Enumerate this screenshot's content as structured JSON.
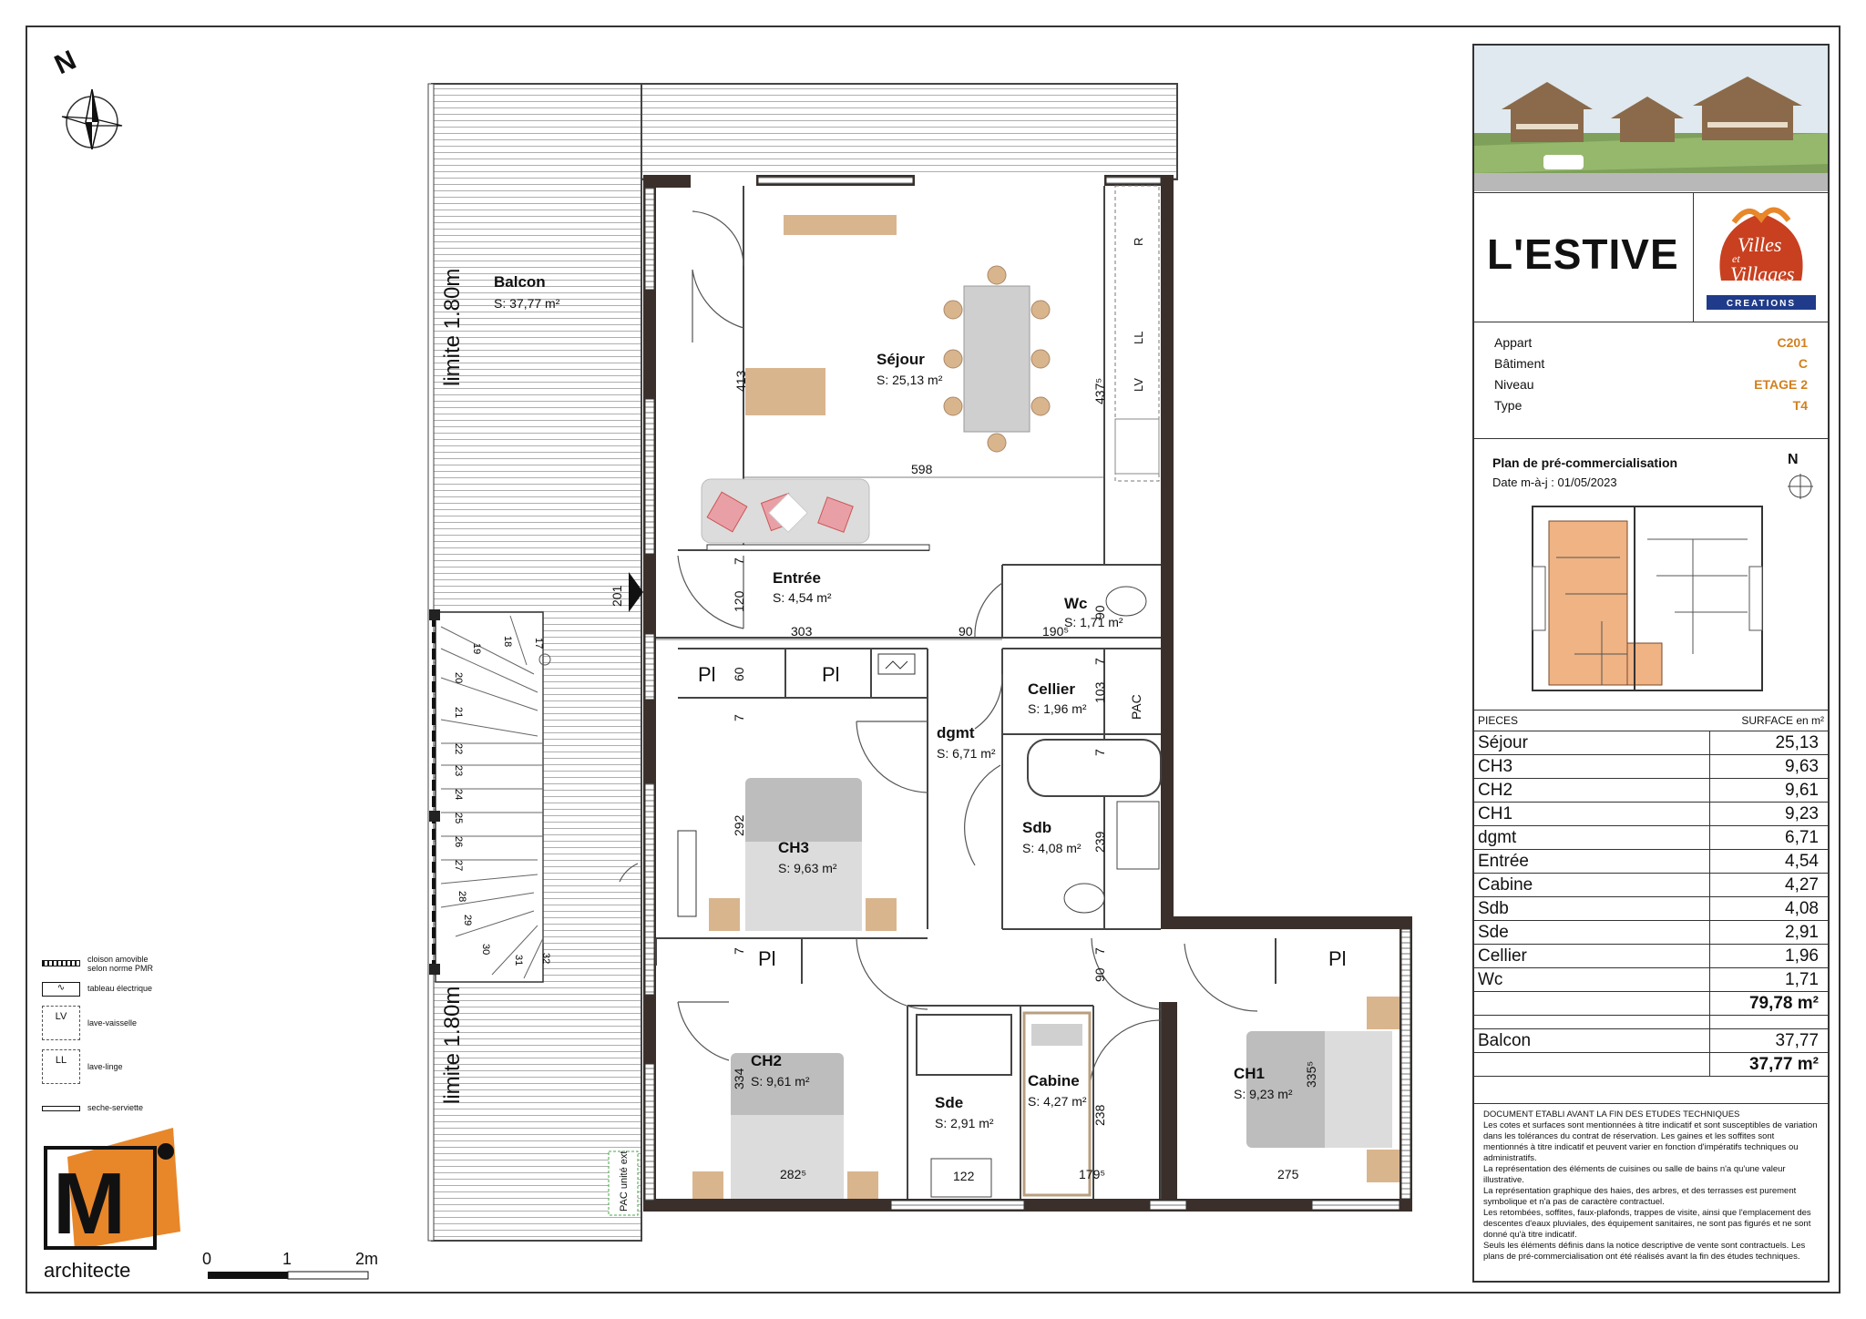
{
  "compass": {
    "north_label": "N"
  },
  "rooms": {
    "balcon": {
      "name": "Balcon",
      "area": "S: 37,77 m²"
    },
    "sejour": {
      "name": "Séjour",
      "area": "S: 25,13 m²"
    },
    "entree": {
      "name": "Entrée",
      "area": "S: 4,54 m²"
    },
    "wc": {
      "name": "Wc",
      "area": "S: 1,71 m²"
    },
    "cellier": {
      "name": "Cellier",
      "area": "S: 1,96 m²"
    },
    "dgmt": {
      "name": "dgmt",
      "area": "S: 6,71 m²"
    },
    "sdb": {
      "name": "Sdb",
      "area": "S: 4,08 m²"
    },
    "ch3": {
      "name": "CH3",
      "area": "S: 9,63 m²"
    },
    "ch2": {
      "name": "CH2",
      "area": "S: 9,61 m²"
    },
    "sde": {
      "name": "Sde",
      "area": "S: 2,91 m²"
    },
    "cabine": {
      "name": "Cabine",
      "area": "S: 4,27 m²"
    },
    "ch1": {
      "name": "CH1",
      "area": "S: 9,23 m²"
    }
  },
  "labels": {
    "limite_top": "limite 1.80m",
    "limite_bottom": "limite 1.80m",
    "pl": "Pl",
    "r": "R",
    "ll": "LL",
    "lv": "LV",
    "pac": "PAC",
    "pac_ext": "PAC unité ext"
  },
  "dims": {
    "d413": "413",
    "d437": "437⁵",
    "d598": "598",
    "d201": "201",
    "d120": "120",
    "d303": "303",
    "d90a": "90",
    "d190": "190⁵",
    "d90b": "90",
    "d7a": "7",
    "d60": "60",
    "d7b": "7",
    "d103": "103",
    "d7c": "7",
    "d7d": "7",
    "d292": "292",
    "d239": "239",
    "d7e": "7",
    "d90c": "90",
    "d7f": "7",
    "d334": "334",
    "d282": "282⁵",
    "d122": "122",
    "d238": "238",
    "d179": "179⁵",
    "d275": "275",
    "d335": "335⁵",
    "d7g": "7"
  },
  "stairs": [
    "17",
    "18",
    "19",
    "20",
    "21",
    "22",
    "23",
    "24",
    "25",
    "26",
    "27",
    "28",
    "29",
    "30",
    "31",
    "32"
  ],
  "legend": [
    {
      "icon": "cloison-icon",
      "text": "cloison amovible\nselon norme PMR"
    },
    {
      "icon": "tableau-icon",
      "text": "tableau électrique"
    },
    {
      "icon": "lv-icon",
      "code": "LV",
      "text": "lave-vaisselle"
    },
    {
      "icon": "ll-icon",
      "code": "LL",
      "text": "lave-linge"
    },
    {
      "icon": "seche-icon",
      "text": "seche-serviette"
    }
  ],
  "scale": {
    "s0": "0",
    "s1": "1",
    "s2": "2m"
  },
  "architect": {
    "letter": "M",
    "name": "architecte"
  },
  "panel": {
    "title": "L'ESTIVE",
    "logo_line1": "Villes",
    "logo_line2": "et",
    "logo_line3": "Villages",
    "logo_band": "CREATIONS",
    "info": [
      {
        "label": "Appart",
        "value": "C201"
      },
      {
        "label": "Bâtiment",
        "value": "C"
      },
      {
        "label": "Niveau",
        "value": "ETAGE 2"
      },
      {
        "label": "Type",
        "value": "T4"
      }
    ],
    "plan_title": "Plan de pré-commercialisation",
    "plan_date": "Date m-à-j : 01/05/2023",
    "north": "N",
    "table_header_left": "PIECES",
    "table_header_right": "SURFACE en m²",
    "pieces": [
      {
        "name": "Séjour",
        "value": "25,13"
      },
      {
        "name": "CH3",
        "value": "9,63"
      },
      {
        "name": "CH2",
        "value": "9,61"
      },
      {
        "name": "CH1",
        "value": "9,23"
      },
      {
        "name": "dgmt",
        "value": "6,71"
      },
      {
        "name": "Entrée",
        "value": "4,54"
      },
      {
        "name": "Cabine",
        "value": "4,27"
      },
      {
        "name": "Sdb",
        "value": "4,08"
      },
      {
        "name": "Sde",
        "value": "2,91"
      },
      {
        "name": "Cellier",
        "value": "1,96"
      },
      {
        "name": "Wc",
        "value": "1,71"
      }
    ],
    "total_interior": "79,78 m²",
    "balcon_name": "Balcon",
    "balcon_value": "37,77",
    "total_balcon": "37,77 m²",
    "notes": [
      "DOCUMENT ETABLI AVANT LA FIN DES ETUDES TECHNIQUES",
      "Les cotes et surfaces sont mentionnées à titre indicatif et sont susceptibles de variation dans les tolérances du contrat de réservation. Les gaines et les soffites sont mentionnés à titre indicatif et peuvent varier en fonction d'impératifs techniques ou administratifs.",
      "La représentation des éléments de cuisines ou salle de bains n'a qu'une valeur illustrative.",
      "La représentation graphique des haies, des arbres, et des terrasses est purement symbolique et n'a pas de caractère contractuel.",
      "Les retombées, soffites, faux-plafonds, trappes de visite, ainsi que l'emplacement des descentes d'eaux pluviales, des équipement sanitaires, ne sont pas figurés et ne sont donné qu'à titre indicatif.",
      "Seuls les éléments définis dans la notice descriptive de vente sont contractuels. Les plans de pré-commercialisation ont été réalisés avant la fin des études techniques."
    ]
  }
}
